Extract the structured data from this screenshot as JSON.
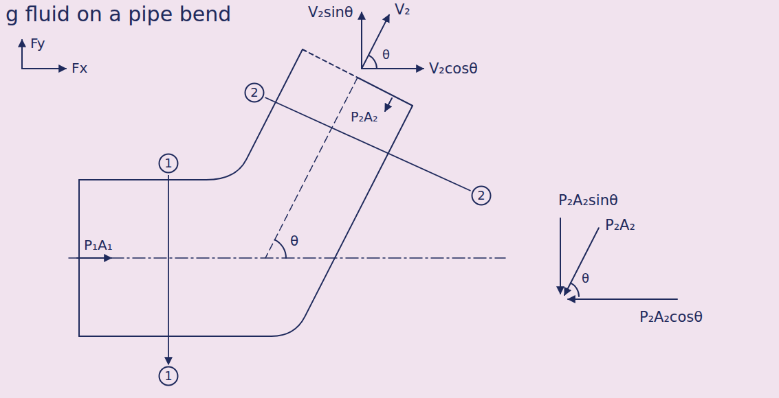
{
  "diagram": {
    "title": "g fluid on a pipe bend",
    "nodes": [
      {
        "text": [
          "2"
        ]
      },
      {
        "text": [
          "1"
        ]
      },
      {
        "text": [
          "2"
        ]
      },
      {
        "text": [
          "1"
        ]
      }
    ],
    "edges": [
      {
        "from": 0,
        "to": 2,
        "arrow": "none"
      },
      {
        "from": 1,
        "to": 3,
        "arrow": "to"
      }
    ],
    "labels": [
      "V₂sinθ",
      "V₂",
      "θ",
      "V₂cosθ",
      "Fy",
      "Fx",
      "P₂A₂",
      "P₂A₂sinθ",
      "P₂A₂",
      "θ",
      "P₂A₂cosθ",
      "P₁A₁",
      "θ"
    ]
  }
}
